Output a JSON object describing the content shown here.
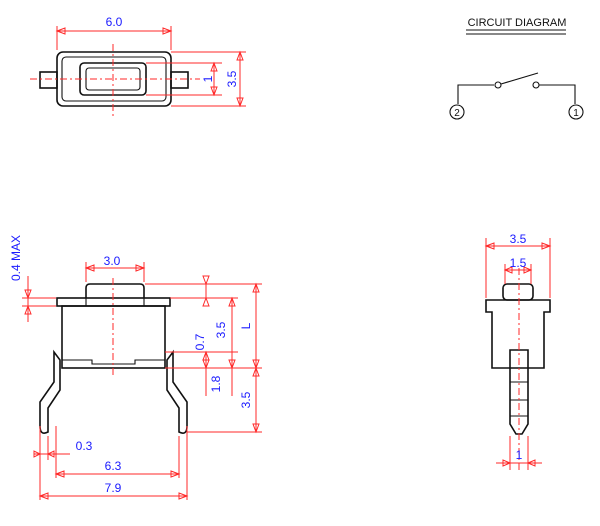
{
  "circuit": {
    "title": "CIRCUIT DIAGRAM",
    "pin_left": "2",
    "pin_right": "1"
  },
  "top_view": {
    "width": "6.0",
    "actuator_height": "1",
    "body_height": "3.5"
  },
  "front_view": {
    "max_offset": "0.4 MAX",
    "actuator_width": "3.0",
    "dim_07": "0.7",
    "dim_35_upper": "3.5",
    "dim_L": "L",
    "dim_18": "1.8",
    "dim_35_lower": "3.5",
    "lead_thickness": "0.3",
    "pitch": "6.3",
    "overall_width": "7.9"
  },
  "side_view": {
    "overall_width": "3.5",
    "actuator_width": "1.5",
    "lead_width": "1"
  },
  "colors": {
    "outline": "#111111",
    "dimension": "#ff2a2a",
    "label": "#1a1aff"
  }
}
